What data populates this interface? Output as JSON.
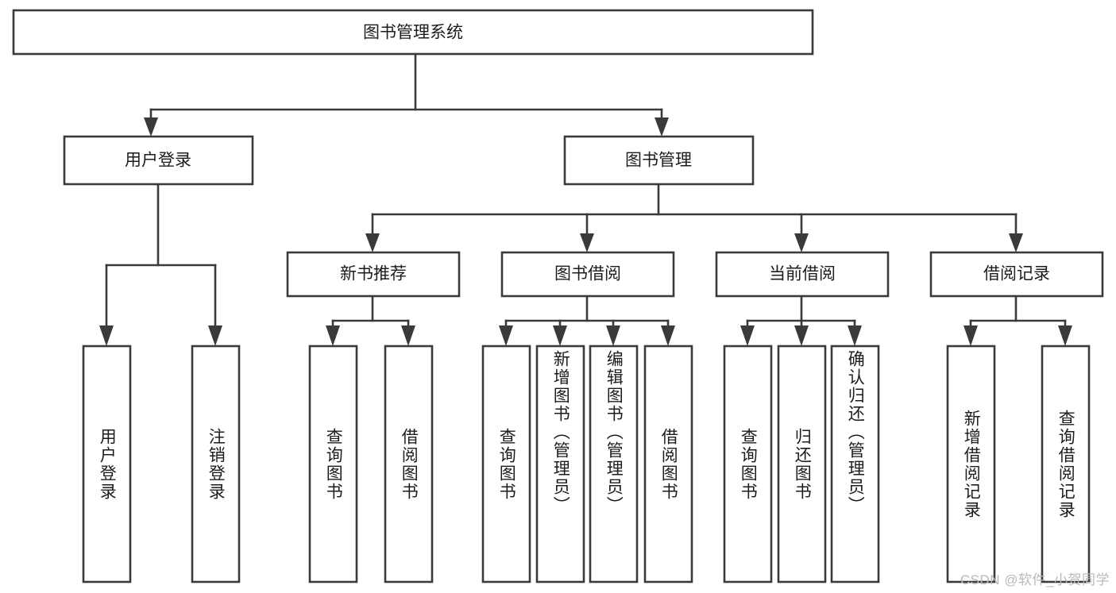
{
  "diagram": {
    "title": "图书管理系统",
    "type": "hierarchy-tree",
    "watermark": "CSDN @软件_小贺同学",
    "root": {
      "label": "图书管理系统",
      "orientation": "horizontal"
    },
    "level2": [
      {
        "label": "用户登录",
        "orientation": "horizontal"
      },
      {
        "label": "图书管理",
        "orientation": "horizontal"
      }
    ],
    "level3": [
      {
        "label": "新书推荐",
        "orientation": "horizontal"
      },
      {
        "label": "图书借阅",
        "orientation": "horizontal"
      },
      {
        "label": "当前借阅",
        "orientation": "horizontal"
      },
      {
        "label": "借阅记录",
        "orientation": "horizontal"
      }
    ],
    "leaves": [
      {
        "label": "用户登录",
        "orientation": "vertical",
        "parent": "用户登录"
      },
      {
        "label": "注销登录",
        "orientation": "vertical",
        "parent": "用户登录"
      },
      {
        "label": "查询图书",
        "orientation": "vertical",
        "parent": "新书推荐"
      },
      {
        "label": "借阅图书",
        "orientation": "vertical",
        "parent": "新书推荐"
      },
      {
        "label": "查询图书",
        "orientation": "vertical",
        "parent": "图书借阅"
      },
      {
        "label": "新增图书（管理员）",
        "orientation": "vertical",
        "parent": "图书借阅"
      },
      {
        "label": "编辑图书（管理员）",
        "orientation": "vertical",
        "parent": "图书借阅"
      },
      {
        "label": "借阅图书",
        "orientation": "vertical",
        "parent": "图书借阅"
      },
      {
        "label": "查询图书",
        "orientation": "vertical",
        "parent": "当前借阅"
      },
      {
        "label": "归还图书",
        "orientation": "vertical",
        "parent": "当前借阅"
      },
      {
        "label": "确认归还（管理员）",
        "orientation": "vertical",
        "parent": "当前借阅"
      },
      {
        "label": "新增借阅记录",
        "orientation": "vertical",
        "parent": "借阅记录"
      },
      {
        "label": "查询借阅记录",
        "orientation": "vertical",
        "parent": "借阅记录"
      }
    ],
    "colors": {
      "box_fill": "#ffffff",
      "box_stroke": "#3a3a3a",
      "connector": "#3a3a3a",
      "text": "#1c1c1c",
      "watermark": "#b9b9b9",
      "background": "#ffffff"
    }
  }
}
